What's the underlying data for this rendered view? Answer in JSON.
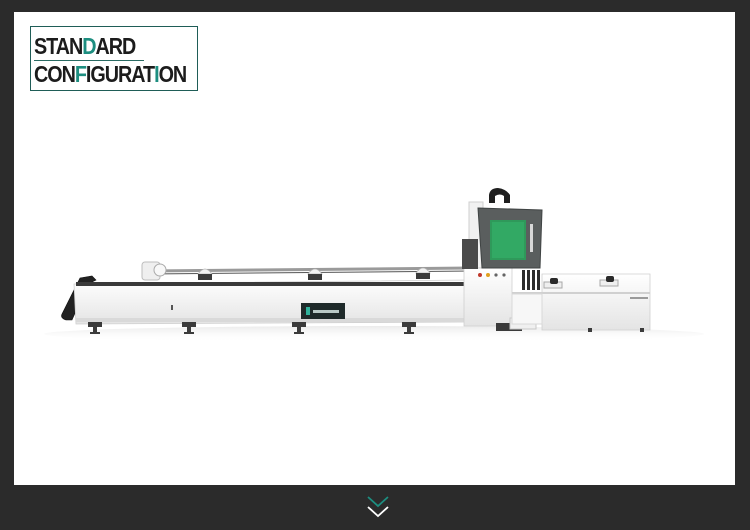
{
  "badge": {
    "line1": {
      "pre": "STAN",
      "acc": "D",
      "post": "ARD"
    },
    "line2": {
      "pre": "CON",
      "acc": "F",
      "mid": "IGURAT",
      "acc2": "I",
      "post": "ON"
    }
  },
  "colors": {
    "page_background": "#2b2b2b",
    "panel_background": "#ffffff",
    "accent": "#1d8e80",
    "chevron": "#ffffff"
  },
  "icons": {
    "scroll_down": "double-chevron-down-icon"
  }
}
